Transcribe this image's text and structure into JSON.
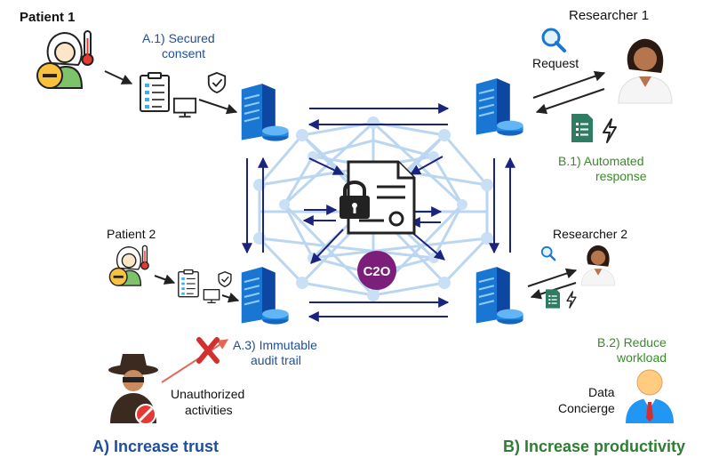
{
  "labels": {
    "patient1": "Patient 1",
    "patient2": "Patient 2",
    "researcher1": "Researcher 1",
    "researcher2": "Researcher 2",
    "request": "Request",
    "a1_line1": "A.1) Secured",
    "a1_line2": "consent",
    "a3_line1": "A.3) Immutable",
    "a3_line2": "audit trail",
    "b1_line1": "B.1) Automated",
    "b1_line2": "response",
    "b2_line1": "B.2) Reduce",
    "b2_line2": "workload",
    "unauth_line1": "Unauthorized",
    "unauth_line2": "activities",
    "concierge_line1": "Data",
    "concierge_line2": "Concierge",
    "section_a": "A) Increase trust",
    "section_b": "B) Increase productivity",
    "badge": "C2O"
  },
  "colors": {
    "blue_text": "#1f4e9c",
    "green_text": "#3a8a2a",
    "navy": "#1a237e",
    "red": "#d32f2f",
    "purple": "#7b1f7a",
    "mesh": "#b8d4f0"
  },
  "icons": {
    "patient": "patient-with-thermometer-icon",
    "consent": "clipboard-checklist-icon",
    "computer": "computer-monitor-icon",
    "shield": "shield-check-icon",
    "server": "server-icon",
    "document": "locked-document-icon",
    "researcher": "researcher-avatar-icon",
    "search": "magnifier-icon",
    "report": "report-sheet-icon",
    "lightning": "lightning-icon",
    "hacker": "hacker-icon",
    "block": "blocked-icon",
    "cross": "red-x-icon",
    "concierge": "data-concierge-icon"
  }
}
